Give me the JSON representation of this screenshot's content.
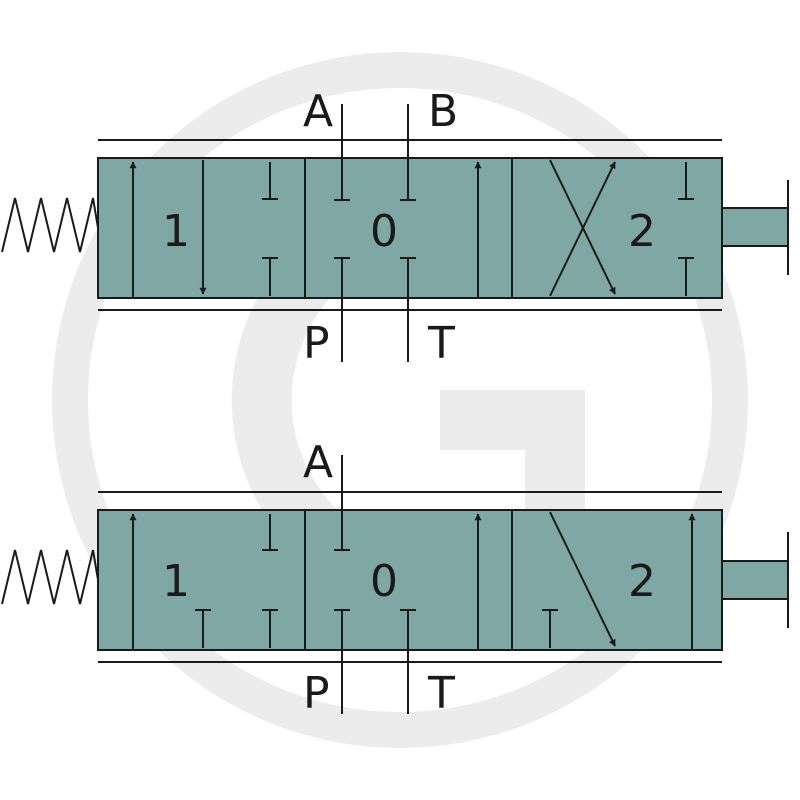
{
  "colors": {
    "valve_fill": "#7fa8a4",
    "line": "#1a1a1a",
    "watermark": "#ececec"
  },
  "watermark": {
    "icon": "circular-g-logo-watermark"
  },
  "valves": [
    {
      "id": "top-valve",
      "ports_top": [
        "A",
        "B"
      ],
      "ports_bottom": [
        "P",
        "T"
      ],
      "positions": [
        "1",
        "0",
        "2"
      ],
      "actuators": {
        "left": "spring",
        "right": "plunger"
      }
    },
    {
      "id": "bottom-valve",
      "ports_top": [
        "A"
      ],
      "ports_bottom": [
        "P",
        "T"
      ],
      "positions": [
        "1",
        "0",
        "2"
      ],
      "actuators": {
        "left": "spring",
        "right": "plunger"
      }
    }
  ]
}
